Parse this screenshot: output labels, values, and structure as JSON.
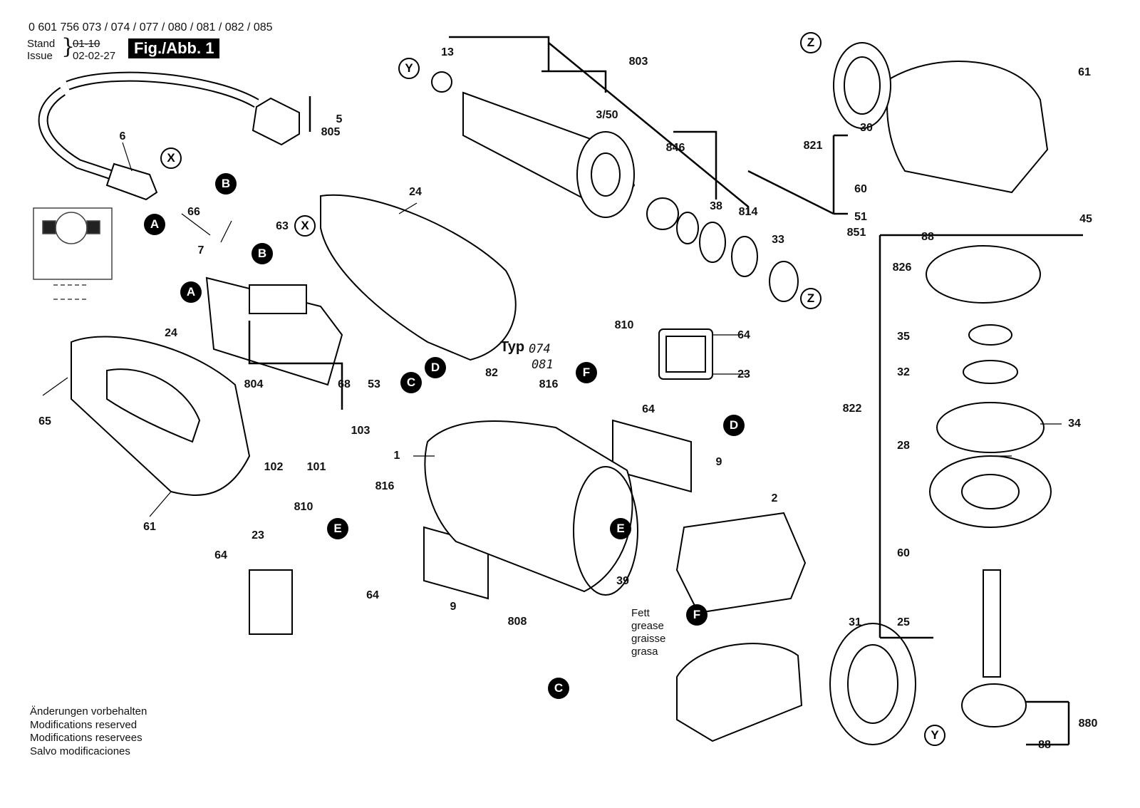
{
  "header": {
    "model_numbers": "0 601 756 073 / 074 / 077 / 080 / 081 / 082 / 085",
    "stand_label": "Stand",
    "issue_label": "Issue",
    "stand_value": "01-10",
    "issue_value": "02-02-27",
    "figure_label": "Fig./Abb. 1"
  },
  "footer": {
    "lines": [
      "Änderungen vorbehalten",
      "Modifications reserved",
      "Modifications reservees",
      "Salvo modificaciones"
    ]
  },
  "annotations": {
    "typ_label": "Typ",
    "typ_values": [
      "074",
      "081"
    ],
    "grease_lines": [
      "Fett",
      "grease",
      "graisse",
      "grasa"
    ]
  },
  "callout_markers": [
    "X",
    "B",
    "A",
    "B",
    "A",
    "X",
    "C",
    "D",
    "F",
    "E",
    "E",
    "D",
    "F",
    "C",
    "Y",
    "Y",
    "Z",
    "Z"
  ],
  "part_labels": [
    "5",
    "805",
    "6",
    "66",
    "63",
    "7",
    "24",
    "24",
    "65",
    "61",
    "804",
    "68",
    "53",
    "82",
    "101",
    "102",
    "103",
    "1",
    "810",
    "816",
    "64",
    "23",
    "64",
    "9",
    "808",
    "39",
    "13",
    "803",
    "3/50",
    "846",
    "38",
    "814",
    "33",
    "810",
    "816",
    "64",
    "64",
    "23",
    "9",
    "2",
    "31",
    "30",
    "821",
    "61",
    "60",
    "51",
    "851",
    "45",
    "88",
    "826",
    "35",
    "32",
    "822",
    "34",
    "28",
    "60",
    "25",
    "880",
    "88"
  ]
}
